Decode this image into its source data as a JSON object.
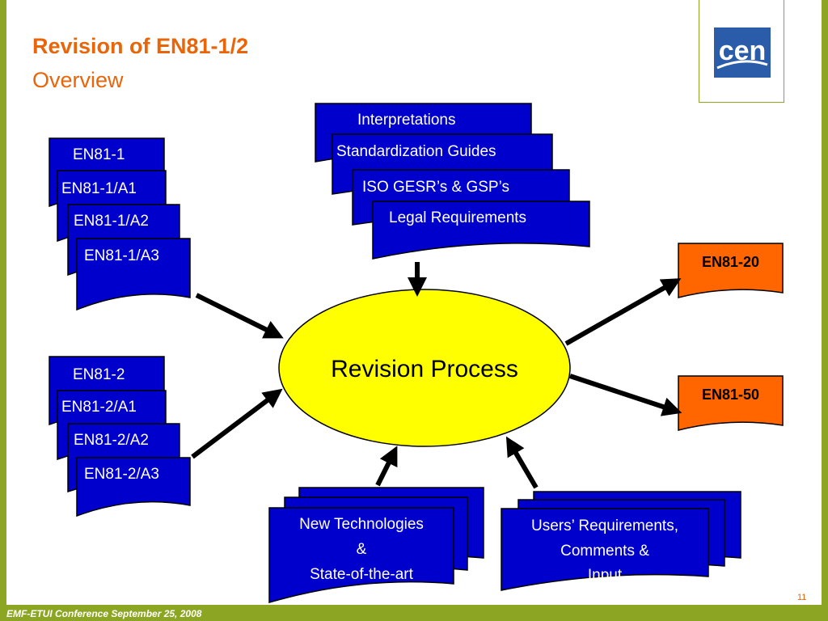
{
  "title": "Revision of EN81-1/2",
  "subtitle": "Overview",
  "logo_text": "cen",
  "footer": "EMF-ETUI Conference September 25, 2008",
  "page_number": "11",
  "colors": {
    "accent": "#e8650a",
    "doc_blue": "#0000cc",
    "ellipse": "#ffff00",
    "output": "#ff6600",
    "frame": "#8ca624"
  },
  "diagram": {
    "center": "Revision Process",
    "inputs_top": [
      "Interpretations",
      "Standardization Guides",
      "ISO GESR’s & GSP’s",
      "Legal Requirements"
    ],
    "en81_1": [
      "EN81-1",
      "EN81-1/A1",
      "EN81-1/A2",
      "EN81-1/A3"
    ],
    "en81_2": [
      "EN81-2",
      "EN81-2/A1",
      "EN81-2/A2",
      "EN81-2/A3"
    ],
    "new_tech": [
      "New Technologies",
      "&",
      "State-of-the-art"
    ],
    "users": [
      "Users’ Requirements,",
      "Comments &",
      "Input"
    ],
    "outputs": [
      "EN81-20",
      "EN81-50"
    ]
  }
}
